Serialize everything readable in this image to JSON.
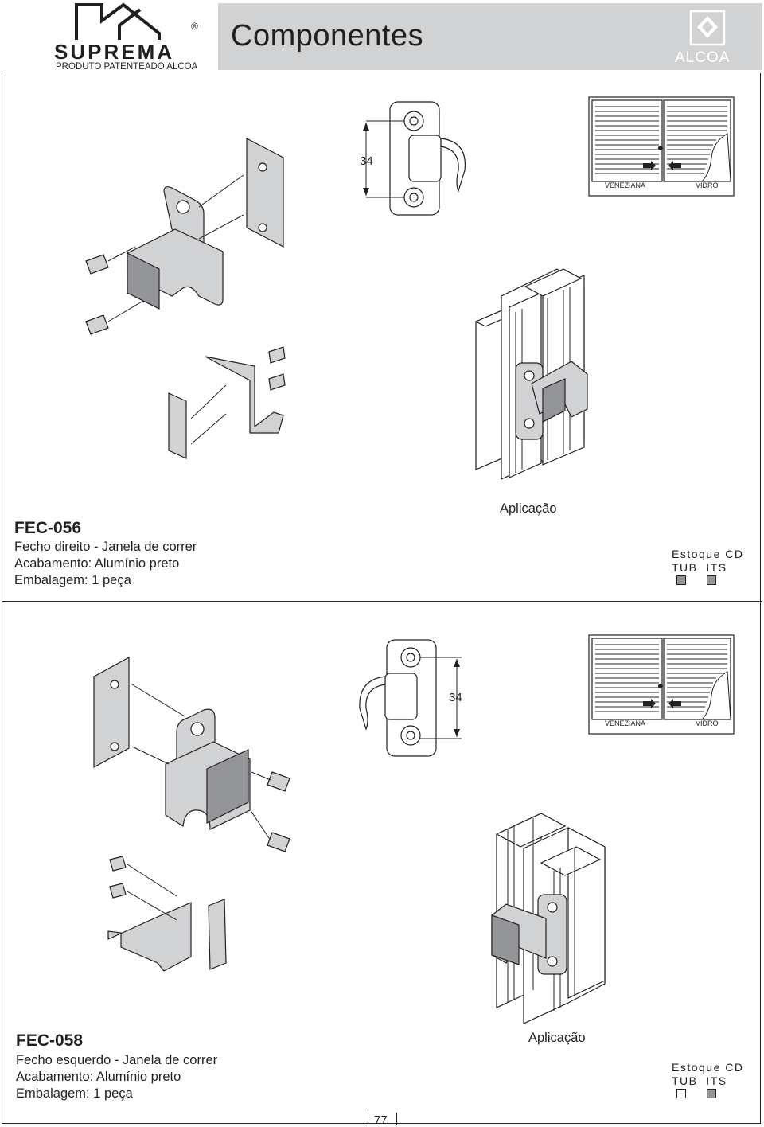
{
  "header": {
    "brand": "SUPREMA",
    "registered": "®",
    "tagline": "PRODUTO PATENTEADO ALCOA",
    "title": "Componentes",
    "partner": "ALCOA"
  },
  "products": [
    {
      "code": "FEC-056",
      "desc1": "Fecho direito - Janela de correr",
      "desc2": "Acabamento: Alumínio preto",
      "desc3": "Embalagem: 1 peça",
      "application_label": "Aplicação",
      "dimension": "34",
      "window_left": "VENEZIANA",
      "window_right": "VIDRO",
      "stock_title": "Estoque CD",
      "stock_cols": "TUB  ITS",
      "stock_tub": "in-stock",
      "stock_its": "in-stock"
    },
    {
      "code": "FEC-058",
      "desc1": "Fecho esquerdo - Janela de correr",
      "desc2": "Acabamento: Alumínio preto",
      "desc3": "Embalagem: 1 peça",
      "application_label": "Aplicação",
      "dimension": "34",
      "window_left": "VENEZIANA",
      "window_right": "VIDRO",
      "stock_title": "Estoque CD",
      "stock_cols": "TUB  ITS",
      "stock_tub": "out-of-stock",
      "stock_its": "in-stock"
    }
  ],
  "page_number": "77",
  "colors": {
    "title_bar": "#d1d2d4",
    "part_fill": "#d1d2d4",
    "stock_filled": "#939598",
    "ink": "#231f20"
  }
}
